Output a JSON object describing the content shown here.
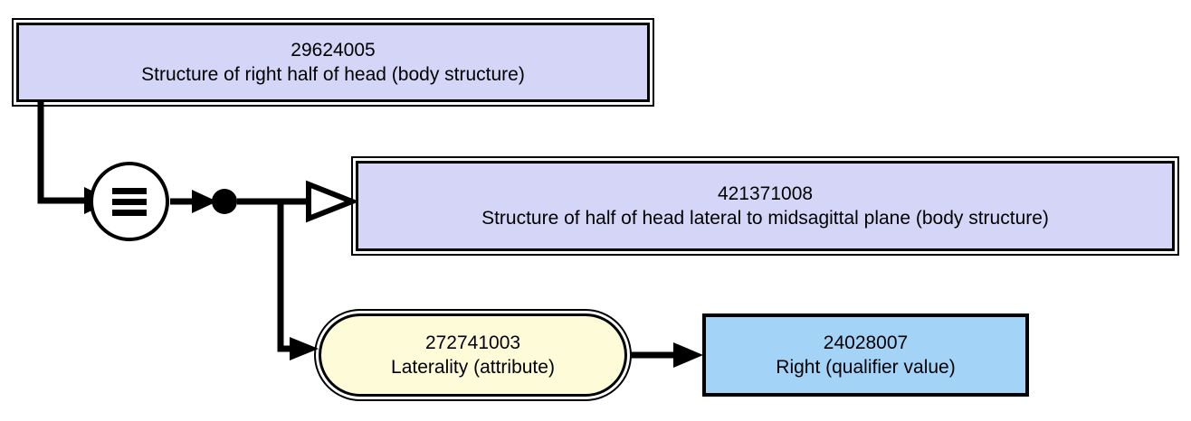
{
  "diagram": {
    "title": "SNOMED CT concept definition diagram",
    "colors": {
      "concept_fill": "#d5d5f7",
      "value_fill": "#a3d3f7",
      "attribute_fill": "#fdfbd8",
      "line": "#000000",
      "background": "#ffffff"
    },
    "nodes": {
      "focus_concept": {
        "sctid": "29624005",
        "term": "Structure of right half of head (body structure)",
        "shape": "double-bordered-rectangle",
        "fill": "#d5d5f7"
      },
      "parent_concept": {
        "sctid": "421371008",
        "term": "Structure of half of head lateral to midsagittal plane (body structure)",
        "shape": "double-bordered-rectangle",
        "fill": "#d5d5f7"
      },
      "attribute": {
        "sctid": "272741003",
        "term": "Laterality (attribute)",
        "shape": "double-bordered-rounded-pill",
        "fill": "#fdfbd8"
      },
      "attribute_value": {
        "sctid": "24028007",
        "term": "Right (qualifier value)",
        "shape": "rectangle",
        "fill": "#a3d3f7"
      }
    },
    "connectors": {
      "equivalence_node": {
        "icon": "equivalence-icon",
        "symbol": "≡",
        "meaning": "sufficiently defined / equivalent to"
      },
      "conjunction_node": {
        "icon": "conjunction-dot-icon",
        "meaning": "conjunction of definition elements"
      },
      "isa_arrow": {
        "icon": "hollow-triangle-arrow-icon",
        "meaning": "is a"
      },
      "attribute_arrow": {
        "icon": "solid-arrow-icon",
        "meaning": "attribute value"
      }
    }
  }
}
